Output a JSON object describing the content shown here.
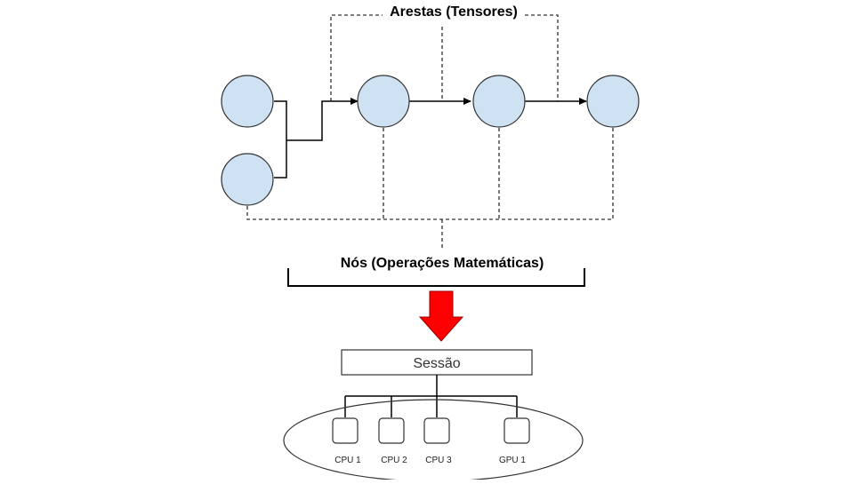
{
  "labels": {
    "edges": "Arestas (Tensores)",
    "nodes": "Nós (Operações Matemáticas)",
    "session": "Sessão"
  },
  "devices": [
    "CPU 1",
    "CPU 2",
    "CPU 3",
    "GPU 1"
  ],
  "colors": {
    "node_fill": "#cfe2f3",
    "arrow_red": "#ff0000"
  }
}
